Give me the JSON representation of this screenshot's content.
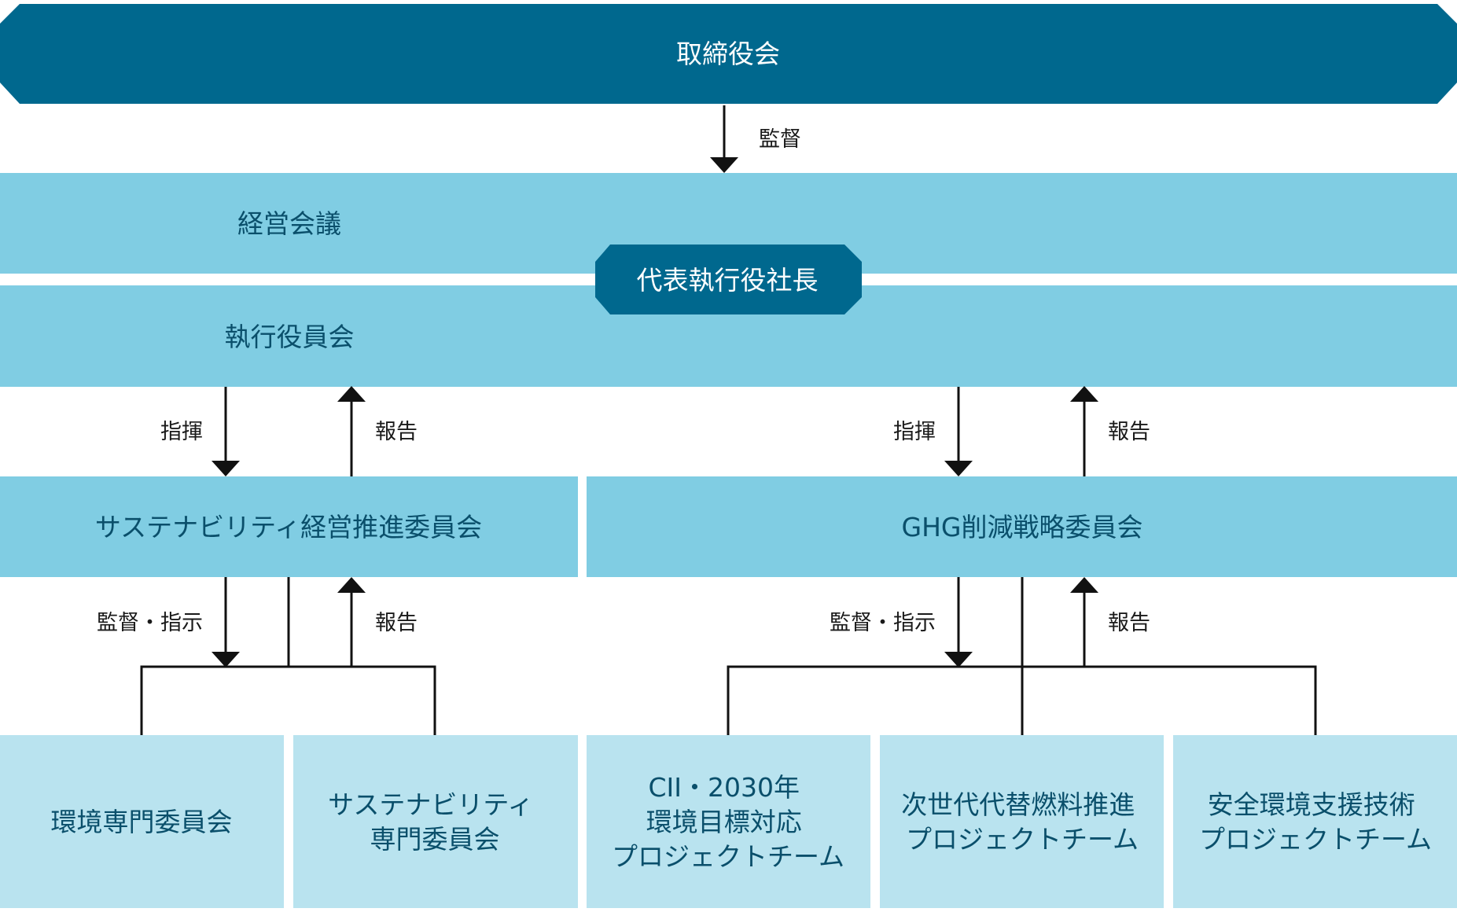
{
  "colors": {
    "dark": "#00688e",
    "mid": "#80cde3",
    "light": "#b9e3ef",
    "text_dark": "#0a4f6b",
    "text_light": "#ffffff",
    "line": "#111111"
  },
  "nodes": {
    "board": "取締役会",
    "management_meeting": "経営会議",
    "president": "代表執行役社長",
    "executive_committee": "執行役員会",
    "sustainability_committee": "サステナビリティ経営推進委員会",
    "ghg_committee": "GHG削減戦略委員会",
    "env_committee": "環境専門委員会",
    "sust_expert_committee": [
      "サステナビリティ",
      "専門委員会"
    ],
    "cii_team": [
      "CII・2030年",
      "環境目標対応",
      "プロジェクトチーム"
    ],
    "nextgen_team": [
      "次世代代替燃料推進",
      "プロジェクトチーム"
    ],
    "safety_team": [
      "安全環境支援技術",
      "プロジェクトチーム"
    ]
  },
  "edges": {
    "supervise": "監督",
    "command": "指揮",
    "report": "報告",
    "supervise_instruct": "監督・指示"
  }
}
